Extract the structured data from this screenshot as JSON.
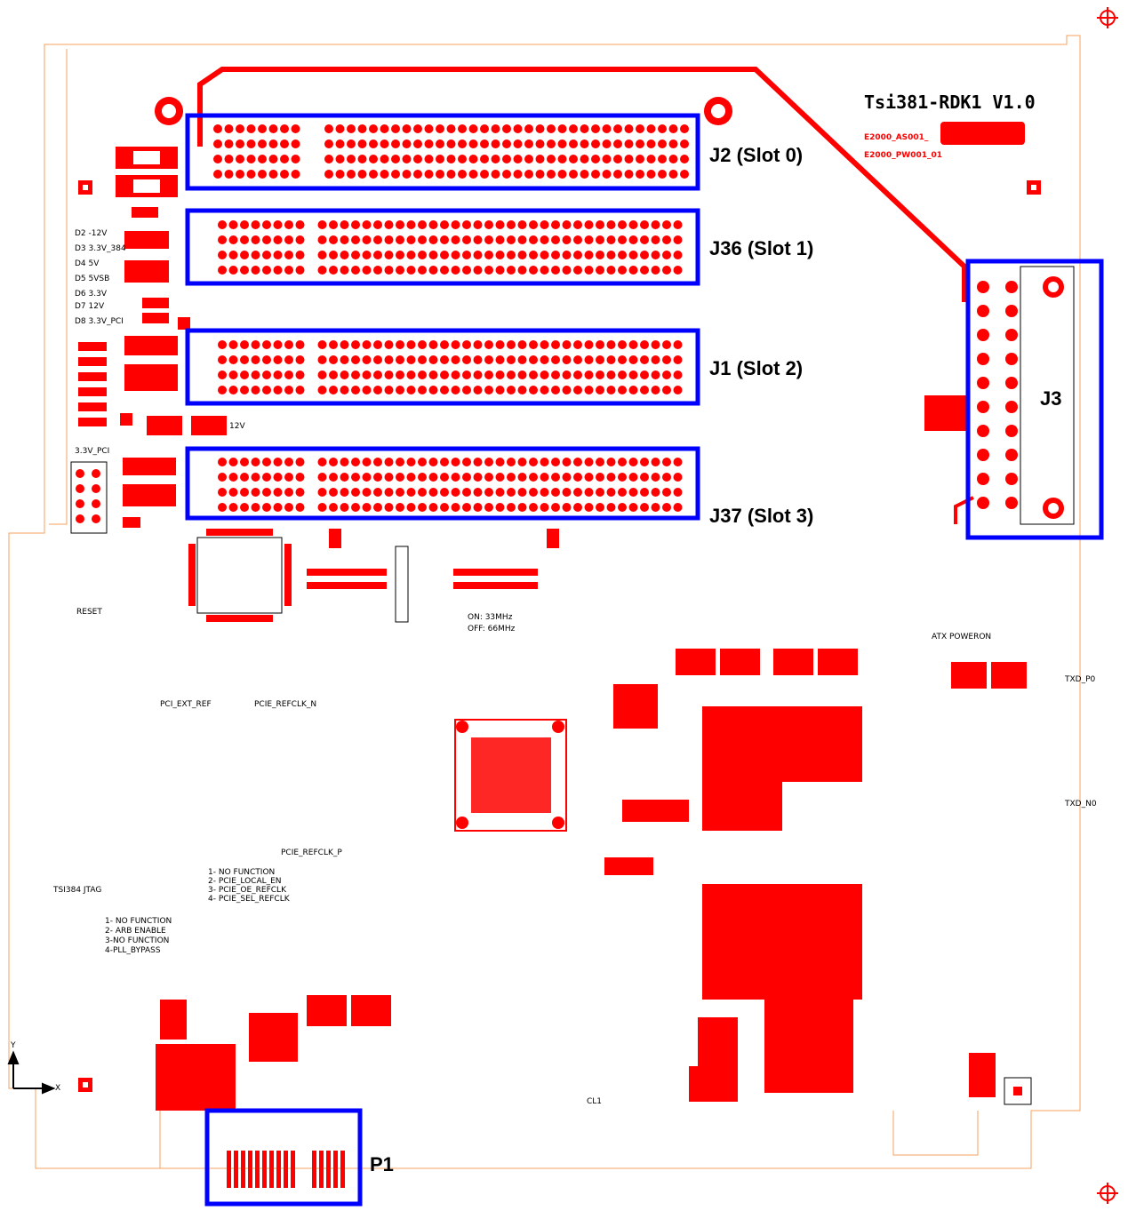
{
  "board": {
    "title": "Tsi381-RDK1 V1.0",
    "sub_labels": [
      "E2000_AS001_",
      "E2000_PW001_01"
    ],
    "colors": {
      "copper": "#ff0000",
      "highlight": "#0000ff",
      "outline": "#f4a15f",
      "silkscreen": "#000000"
    }
  },
  "callouts": {
    "j2": "J2 (Slot 0)",
    "j36": "J36 (Slot 1)",
    "j1": "J1 (Slot 2)",
    "j37": "J37 (Slot 3)",
    "j3": "J3",
    "p1": "P1"
  },
  "silkscreen": {
    "power_leds": [
      "D2 -12V",
      "D3 3.3V_384",
      "D4 5V",
      "D5 5VSB",
      "D6 3.3V",
      "D7 12V",
      "D8 3.3V_PCI"
    ],
    "reset": "RESET",
    "jtag": "TSI384 JTAG",
    "pci_ext_ref": "PCI_EXT_REF",
    "pcie_refclk_n": "PCIE_REFCLK_N",
    "pcie_refclk_p": "PCIE_REFCLK_P",
    "clock_note_on": "ON: 33MHz",
    "clock_note_off": "OFF: 66MHz",
    "atx_power": "ATX POWERON",
    "label_12v": "12V",
    "label_33v_pci": "3.3V_PCI",
    "txd_p0": "TXD_P0",
    "txd_n0": "TXD_N0",
    "s6_notes": [
      "1- NO FUNCTION",
      "2- PCIE_LOCAL_EN",
      "3- PCIE_OE_REFCLK",
      "4- PCIE_SEL_REFCLK"
    ],
    "jtag_notes": [
      "1- NO FUNCTION",
      "2- ARB ENABLE",
      "3-NO FUNCTION",
      "4-PLL_BYPASS"
    ],
    "axis_y": "Y",
    "axis_x": "X",
    "cl1": "CL1"
  }
}
